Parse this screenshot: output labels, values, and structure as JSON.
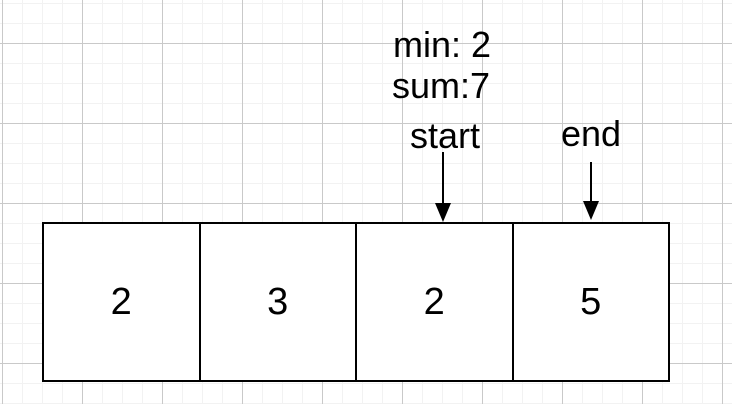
{
  "annotations": {
    "min": "min: 2",
    "sum": "sum:7",
    "start": "start",
    "end": "end"
  },
  "array": {
    "values": [
      "2",
      "3",
      "2",
      "5"
    ]
  },
  "pointers": [
    {
      "label": "start",
      "points_to_index": 2
    },
    {
      "label": "end",
      "points_to_index": 3
    }
  ],
  "icons": {
    "start_arrow": "arrow-down",
    "end_arrow": "arrow-down"
  },
  "colors": {
    "background": "#ffffff",
    "grid_minor": "#f2f2f2",
    "grid_major": "#c9c9c9",
    "stroke": "#000000",
    "text": "#000000"
  }
}
